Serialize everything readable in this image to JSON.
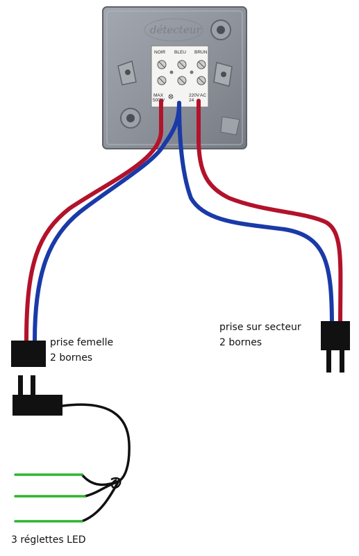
{
  "device": {
    "brand_text": "détecteur",
    "terminals": [
      "NOIR",
      "BLEU",
      "BRUN"
    ],
    "rating_left": [
      "MAX",
      "500W"
    ],
    "rating_right": [
      "220V",
      "24",
      "AC"
    ]
  },
  "labels": {
    "female_socket": [
      "prise femelle",
      "2 bornes"
    ],
    "mains_plug": [
      "prise sur secteur",
      "2 bornes"
    ],
    "led_strips": "3 réglettes LED"
  },
  "colors": {
    "red_wire": "#b3122b",
    "blue_wire": "#1a3aa8",
    "black_wire": "#111111",
    "green_wire": "#2fb52f",
    "box_gray": "#8e939b"
  }
}
